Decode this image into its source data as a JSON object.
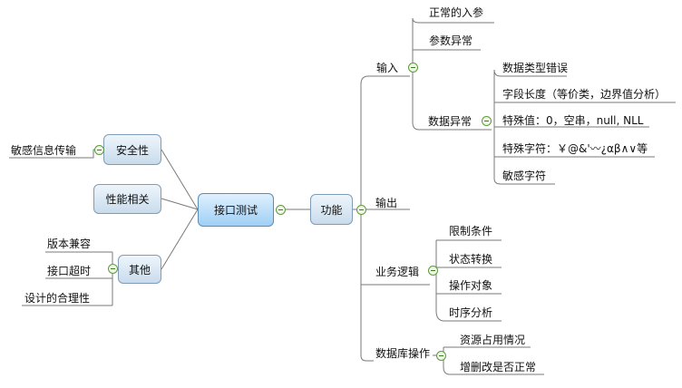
{
  "central": "接口测试",
  "left_nodes": {
    "security": "安全性",
    "performance": "性能相关",
    "other": "其他"
  },
  "security_children": [
    "敏感信息传输"
  ],
  "other_children": [
    "版本兼容",
    "接口超时",
    "设计的合理性"
  ],
  "function": "功能",
  "function_children": {
    "input": "输入",
    "output": "输出",
    "business": "业务逻辑",
    "database": "数据库操作"
  },
  "input_children": {
    "normal": "正常的入参",
    "param_error": "参数异常",
    "data_error": "数据异常"
  },
  "data_error_children": [
    "数据类型错误",
    "字段长度（等价类，边界值分析）",
    "特殊值：0，空串，null, NLL",
    "特殊字符：￥@&'〰¿αβ∧∨等",
    "敏感字符"
  ],
  "business_children": [
    "限制条件",
    "状态转换",
    "操作对象",
    "时序分析"
  ],
  "database_children": [
    "资源占用情况",
    "增删改是否正常"
  ],
  "colors": {
    "line": "#7a7a7a",
    "node_border": "#7f9db9",
    "toggle": "#5e9a3e"
  }
}
